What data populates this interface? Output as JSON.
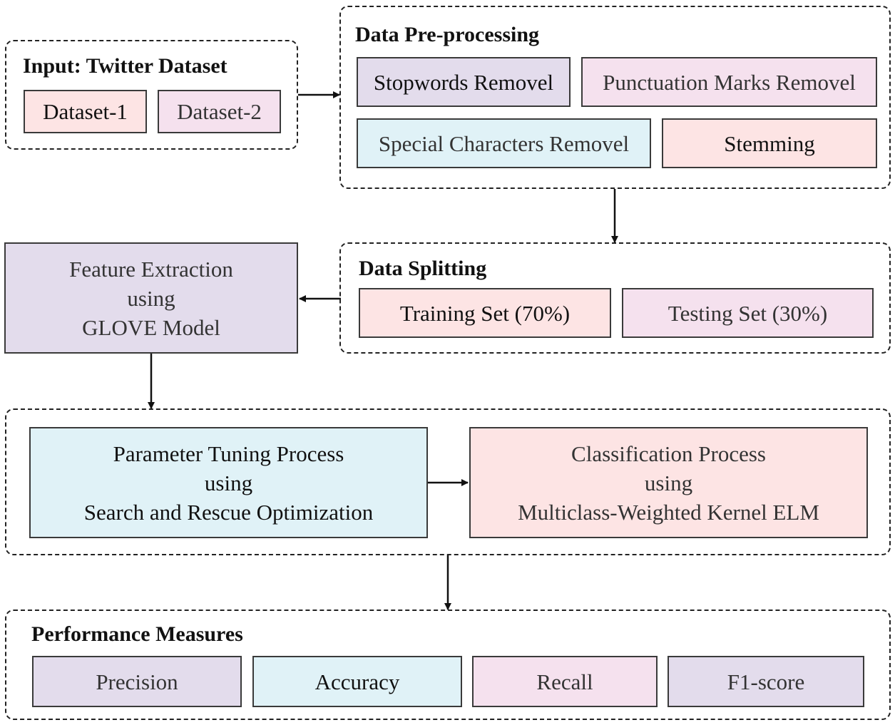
{
  "input": {
    "title": "Input: Twitter Dataset",
    "items": [
      "Dataset-1",
      "Dataset-2"
    ]
  },
  "preprocessing": {
    "title": "Data Pre-processing",
    "items": [
      "Stopwords Removel",
      "Punctuation Marks Removel",
      "Special Characters Removel",
      "Stemming"
    ]
  },
  "splitting": {
    "title": "Data Splitting",
    "items": [
      "Training Set (70%)",
      "Testing Set (30%)"
    ]
  },
  "feature_extraction": {
    "lines": [
      "Feature Extraction",
      "using",
      "GLOVE Model"
    ]
  },
  "tuning": {
    "lines": [
      "Parameter Tuning Process",
      "using",
      "Search and Rescue Optimization"
    ]
  },
  "classification": {
    "lines": [
      "Classification Process",
      "using",
      "Multiclass-Weighted Kernel ELM"
    ]
  },
  "performance": {
    "title": "Performance Measures",
    "items": [
      "Precision",
      "Accuracy",
      "Recall",
      "F1-score"
    ]
  }
}
